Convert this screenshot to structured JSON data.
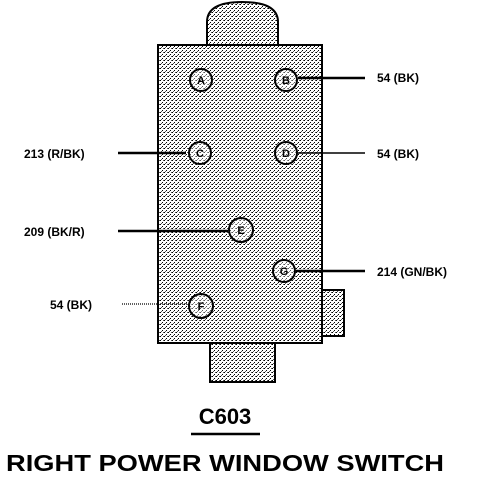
{
  "connector": {
    "id": "C603",
    "caption": "RIGHT POWER WINDOW SWITCH"
  },
  "pins": [
    {
      "letter": "A",
      "wire": ""
    },
    {
      "letter": "B",
      "wire": "54 (BK)"
    },
    {
      "letter": "C",
      "wire": "213 (R/BK)"
    },
    {
      "letter": "D",
      "wire": "54 (BK)"
    },
    {
      "letter": "E",
      "wire": "209 (BK/R)"
    },
    {
      "letter": "G",
      "wire": "214 (GN/BK)"
    },
    {
      "letter": "F",
      "wire": "54 (BK)"
    }
  ]
}
